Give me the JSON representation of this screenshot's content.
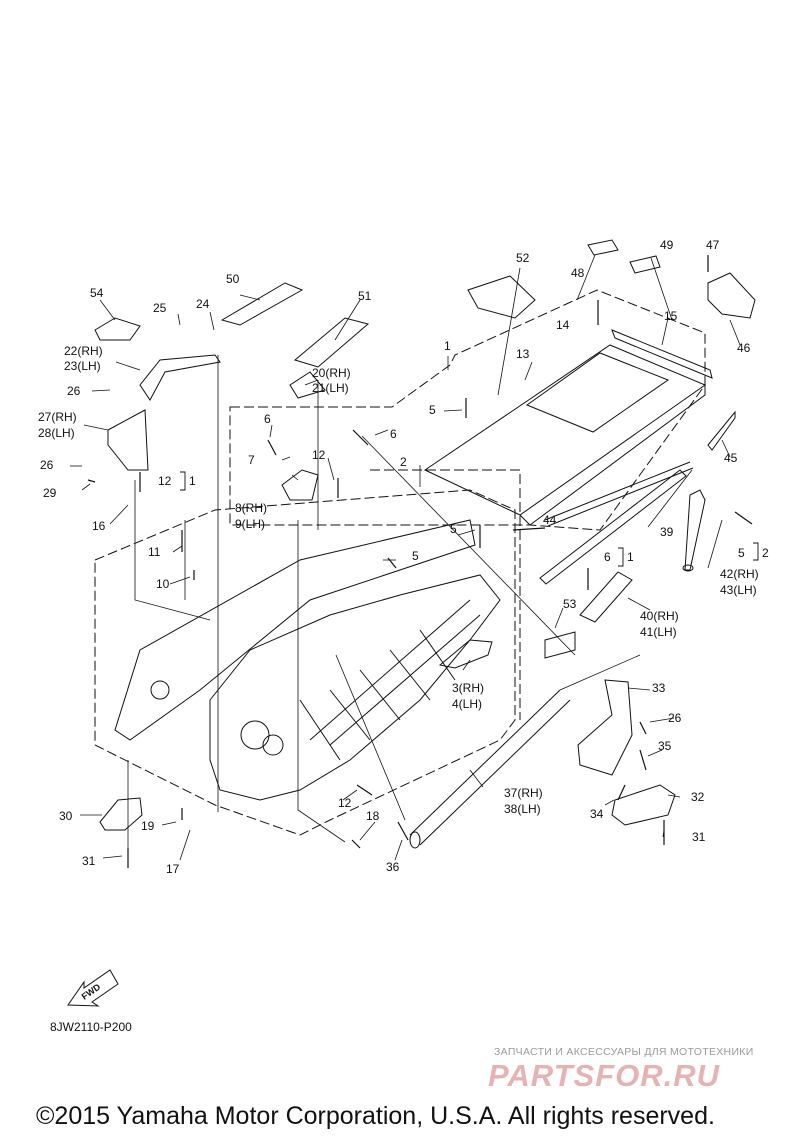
{
  "labels": {
    "l1a": "1",
    "l1b": "1",
    "l1c": "1",
    "l2a": "2",
    "l2b": "2",
    "l3_4": [
      "3(RH)",
      "4(LH)"
    ],
    "l5a": "5",
    "l5b": "5",
    "l5c": "5",
    "l5d": "5",
    "l6a": "6",
    "l6b": "6",
    "l6c": "6",
    "l7": "7",
    "l8_9": [
      "8(RH)",
      "9(LH)"
    ],
    "l10": "10",
    "l11": "11",
    "l12a": "12",
    "l12b": "12",
    "l12c": "12",
    "l13": "13",
    "l14": "14",
    "l15": "15",
    "l16": "16",
    "l17": "17",
    "l18": "18",
    "l19": "19",
    "l20_21": [
      "20(RH)",
      "21(LH)"
    ],
    "l22_23": [
      "22(RH)",
      "23(LH)"
    ],
    "l24": "24",
    "l25": "25",
    "l26a": "26",
    "l26b": "26",
    "l26c": "26",
    "l27_28": [
      "27(RH)",
      "28(LH)"
    ],
    "l29": "29",
    "l30": "30",
    "l31a": "31",
    "l31b": "31",
    "l32": "32",
    "l33": "33",
    "l34": "34",
    "l35": "35",
    "l36": "36",
    "l37_38": [
      "37(RH)",
      "38(LH)"
    ],
    "l39": "39",
    "l40_41": [
      "40(RH)",
      "41(LH)"
    ],
    "l42_43": [
      "42(RH)",
      "43(LH)"
    ],
    "l44": "44",
    "l45": "45",
    "l46": "46",
    "l47": "47",
    "l48": "48",
    "l49": "49",
    "l50": "50",
    "l51": "51",
    "l52": "52",
    "l53": "53",
    "l54": "54",
    "fwd": "FWD"
  },
  "diagram_code": "8JW2110-P200",
  "watermark": {
    "tagline": "ЗАПЧАСТИ И АКСЕССУАРЫ ДЛЯ МОТОТЕХНИКИ",
    "logo": "PARTSFOR.RU"
  },
  "copyright": "©2015 Yamaha Motor Corporation, U.S.A. All rights reserved.",
  "colors": {
    "ink": "#111111",
    "watermark_logo": "#e6b3b3",
    "watermark_text": "#9a9a9a"
  }
}
